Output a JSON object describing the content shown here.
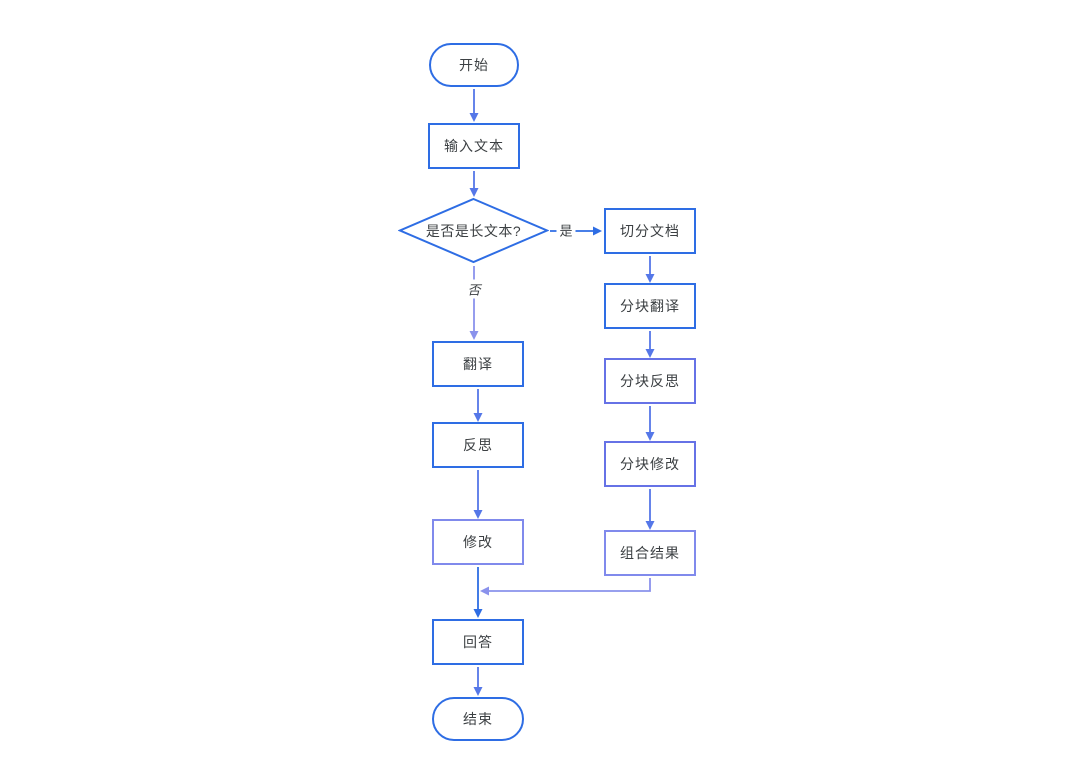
{
  "diagram": {
    "description": "translation-workflow-flowchart",
    "nodes": {
      "start": {
        "label": "开始",
        "type": "terminator"
      },
      "input_text": {
        "label": "输入文本",
        "type": "process"
      },
      "decision": {
        "label": "是否是长文本?",
        "type": "decision"
      },
      "split_doc": {
        "label": "切分文档",
        "type": "process"
      },
      "chunk_translate": {
        "label": "分块翻译",
        "type": "process"
      },
      "chunk_reflect": {
        "label": "分块反思",
        "type": "process"
      },
      "chunk_modify": {
        "label": "分块修改",
        "type": "process"
      },
      "combine_result": {
        "label": "组合结果",
        "type": "process"
      },
      "translate": {
        "label": "翻译",
        "type": "process"
      },
      "reflect": {
        "label": "反思",
        "type": "process"
      },
      "modify": {
        "label": "修改",
        "type": "process"
      },
      "answer": {
        "label": "回答",
        "type": "process"
      },
      "end": {
        "label": "结束",
        "type": "terminator"
      }
    },
    "edge_labels": {
      "yes": "是",
      "no": "否"
    }
  },
  "colors": {
    "border-strong": "#2e6de4",
    "border-mid": "#6672e6",
    "border-light": "#808aec",
    "edge-strong": "#2e6de4",
    "edge-mid": "#5577e8",
    "edge-light": "#8a92ec",
    "text": "#3c4043"
  }
}
